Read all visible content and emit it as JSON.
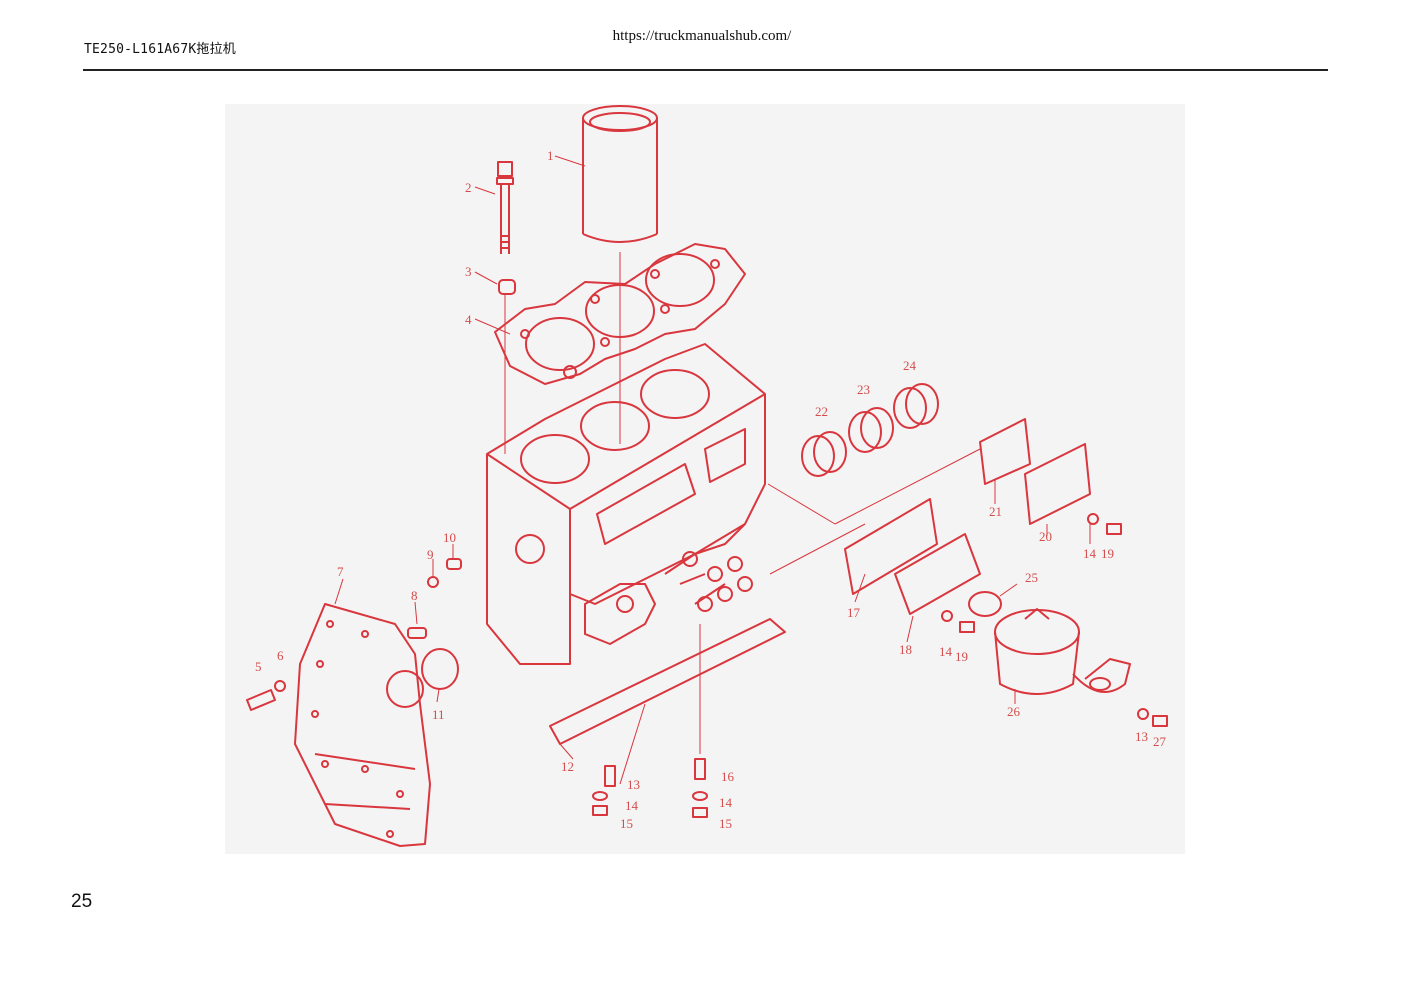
{
  "header": {
    "doc_title": "TE250-L161A67K拖拉机",
    "url": "https://truckmanualshub.com/"
  },
  "figure": {
    "line_color": "#d9363e",
    "callouts": [
      "1",
      "2",
      "3",
      "4",
      "5",
      "6",
      "7",
      "8",
      "9",
      "10",
      "11",
      "12",
      "13",
      "14",
      "15",
      "14",
      "15",
      "16",
      "17",
      "18",
      "14",
      "19",
      "20",
      "21",
      "14",
      "19",
      "22",
      "23",
      "24",
      "25",
      "26",
      "13",
      "27"
    ]
  },
  "footer": {
    "page_number": "25"
  }
}
